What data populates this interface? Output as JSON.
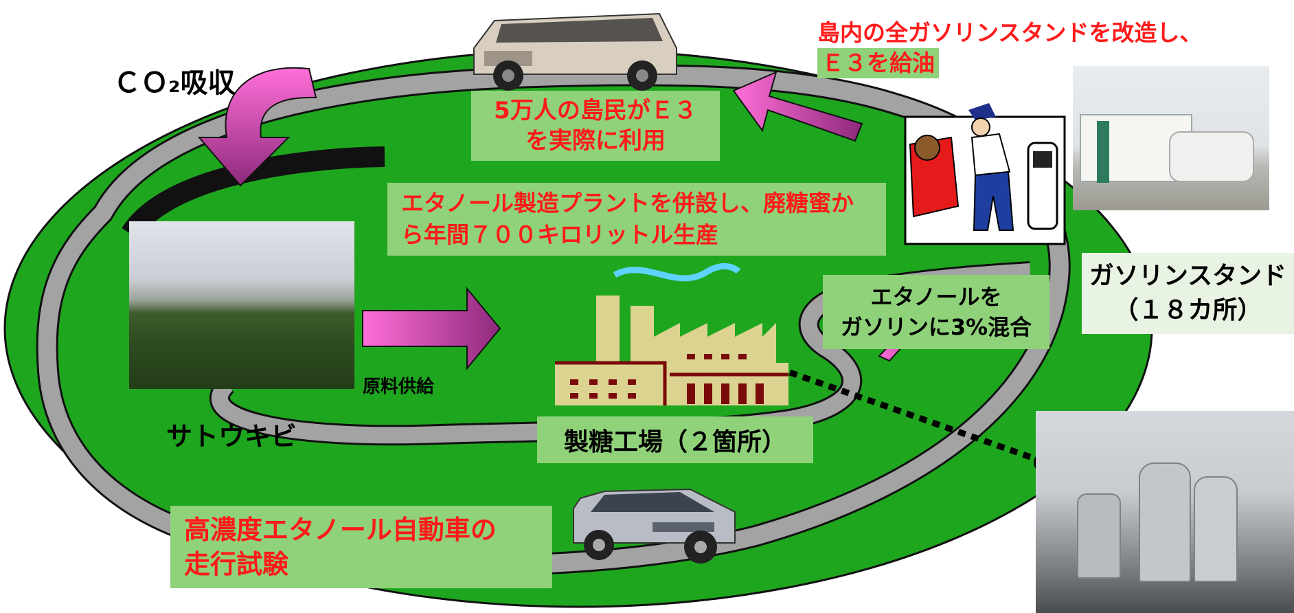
{
  "labels": {
    "co2": "ＣＯ₂吸収",
    "gas_station_note_line1": "島内の全ガソリンスタンドを改造し、",
    "gas_station_note_line2": "Ｅ３を給油",
    "islanders_line1": "5万人の島民がＥ３",
    "islanders_line2": "を実際に利用",
    "plant_line1": "エタノール製造プラントを併設し、廃糖蜜か",
    "plant_line2": "ら年間７００キロリットル生産",
    "mix_line1": "エタノールを",
    "mix_line2": "ガソリンに3%混合",
    "gas_stand_line1": "ガソリンスタンド",
    "gas_stand_line2": "（１８カ所）",
    "raw_supply": "原料供給",
    "sugarcane": "サトウキビ",
    "sugar_factory": "製糖工場（２箇所）",
    "test_line1": "高濃度エタノール自動車の",
    "test_line2": "走行試験"
  },
  "colors": {
    "ellipse_green": "#1fa61f",
    "road_gray": "#a3a3a3",
    "label_box": "#8fd27a",
    "red_text": "#ff1a1a",
    "arrow_magenta": "#e65ecb",
    "arrow_dark": "#8e2a7c"
  },
  "icons": [
    "suv-car-icon",
    "sedan-car-icon",
    "factory-icon",
    "gas-pump-attendant-icon",
    "curved-arrow-icon"
  ]
}
